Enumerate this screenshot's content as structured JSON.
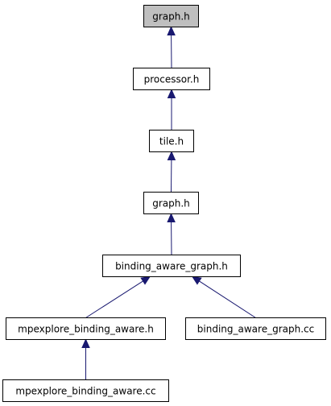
{
  "colors": {
    "node_fill": "#ffffff",
    "root_fill": "#bfbfbf",
    "node_border": "#000000",
    "edge": "#191970"
  },
  "nodes": {
    "graph_h_root": "graph.h",
    "processor_h": "processor.h",
    "tile_h": "tile.h",
    "graph_h": "graph.h",
    "binding_aware_graph_h": "binding_aware_graph.h",
    "mpexplore_binding_aware_h": "mpexplore_binding_aware.h",
    "binding_aware_graph_cc": "binding_aware_graph.cc",
    "mpexplore_binding_aware_cc": "mpexplore_binding_aware.cc"
  },
  "edges": [
    {
      "from": "processor_h",
      "to": "graph_h_root"
    },
    {
      "from": "tile_h",
      "to": "processor_h"
    },
    {
      "from": "graph_h",
      "to": "tile_h"
    },
    {
      "from": "binding_aware_graph_h",
      "to": "graph_h"
    },
    {
      "from": "mpexplore_binding_aware_h",
      "to": "binding_aware_graph_h"
    },
    {
      "from": "binding_aware_graph_cc",
      "to": "binding_aware_graph_h"
    },
    {
      "from": "mpexplore_binding_aware_cc",
      "to": "mpexplore_binding_aware_h"
    }
  ]
}
